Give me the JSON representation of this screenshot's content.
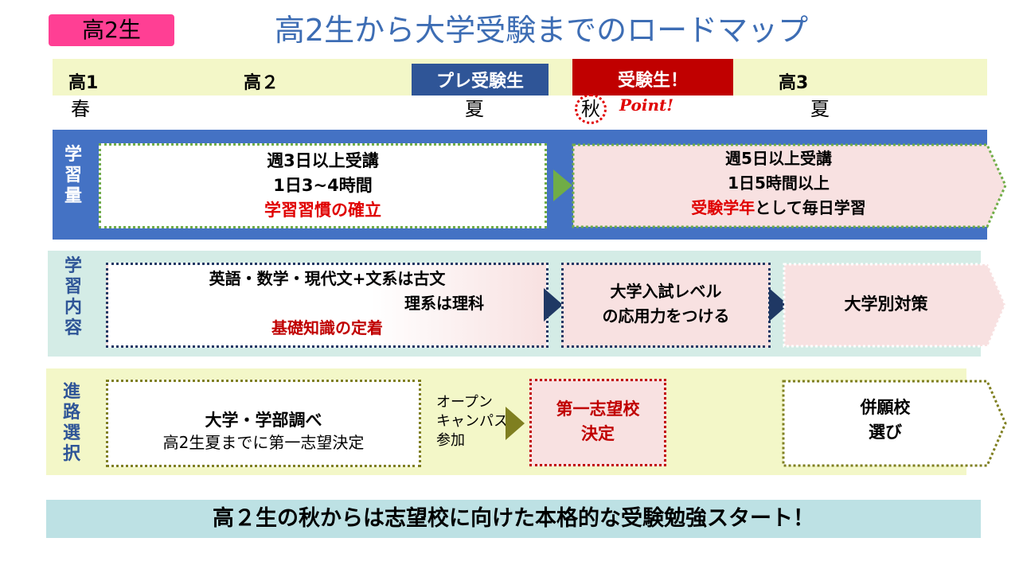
{
  "header": {
    "badge": "高2生",
    "title": "高2生から大学受験までのロードマップ"
  },
  "timeline": {
    "labels": [
      "高1",
      "高２",
      "高3"
    ],
    "pre_exam": "プレ受験生",
    "exam": "受験生！",
    "seasons": [
      "春",
      "夏",
      "秋",
      "夏"
    ],
    "point": "Point!"
  },
  "study_amount": {
    "label": "学習量",
    "box1": {
      "line1": "週3日以上受講",
      "line2": "1日3~4時間",
      "highlight": "学習習慣の確立"
    },
    "box2": {
      "line1": "週5日以上受講",
      "line2": "1日5時間以上",
      "highlight": "受験学年",
      "tail": "として毎日学習"
    }
  },
  "study_content": {
    "label": "学習内容",
    "box1": {
      "line1": "英語・数学・現代文+文系は古文",
      "line2": "理系は理科",
      "highlight": "基礎知識の定着"
    },
    "box2": {
      "line1": "大学入試レベル",
      "line2": "の応用力をつける"
    },
    "box3": {
      "line1": "大学別対策"
    }
  },
  "career": {
    "label": "進路選択",
    "box1": {
      "line1": "大学・学部調べ",
      "line2": "高2生夏までに第一志望決定"
    },
    "note": [
      "オープン",
      "キャンパス",
      "参加"
    ],
    "box2": {
      "line1": "第一志望校",
      "line2": "決定"
    },
    "box3": {
      "line1": "併願校",
      "line2": "選び"
    }
  },
  "footer": "高２生の秋からは志望校に向けた本格的な受験勉強スタート！",
  "colors": {
    "badge": "#ff3f94",
    "title": "#3d6db4",
    "pre_exam": "#2f5597",
    "exam": "#c00000",
    "row1": "#4472c4",
    "row2": "#d4ece6",
    "row3": "#f3f7c8",
    "footer": "#bde1e4",
    "accent": "#e00000"
  }
}
